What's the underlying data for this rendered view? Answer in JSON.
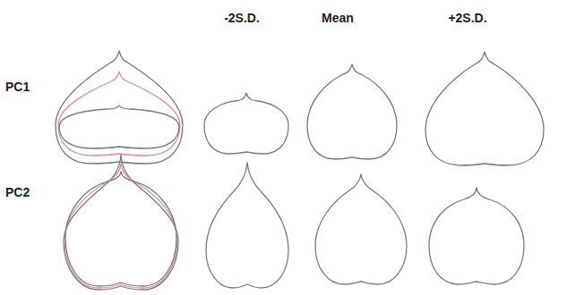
{
  "diagram": {
    "labels": [
      "-2S.D.",
      "Mean",
      "+2S.D.",
      "PC1",
      "PC2"
    ]
  }
}
